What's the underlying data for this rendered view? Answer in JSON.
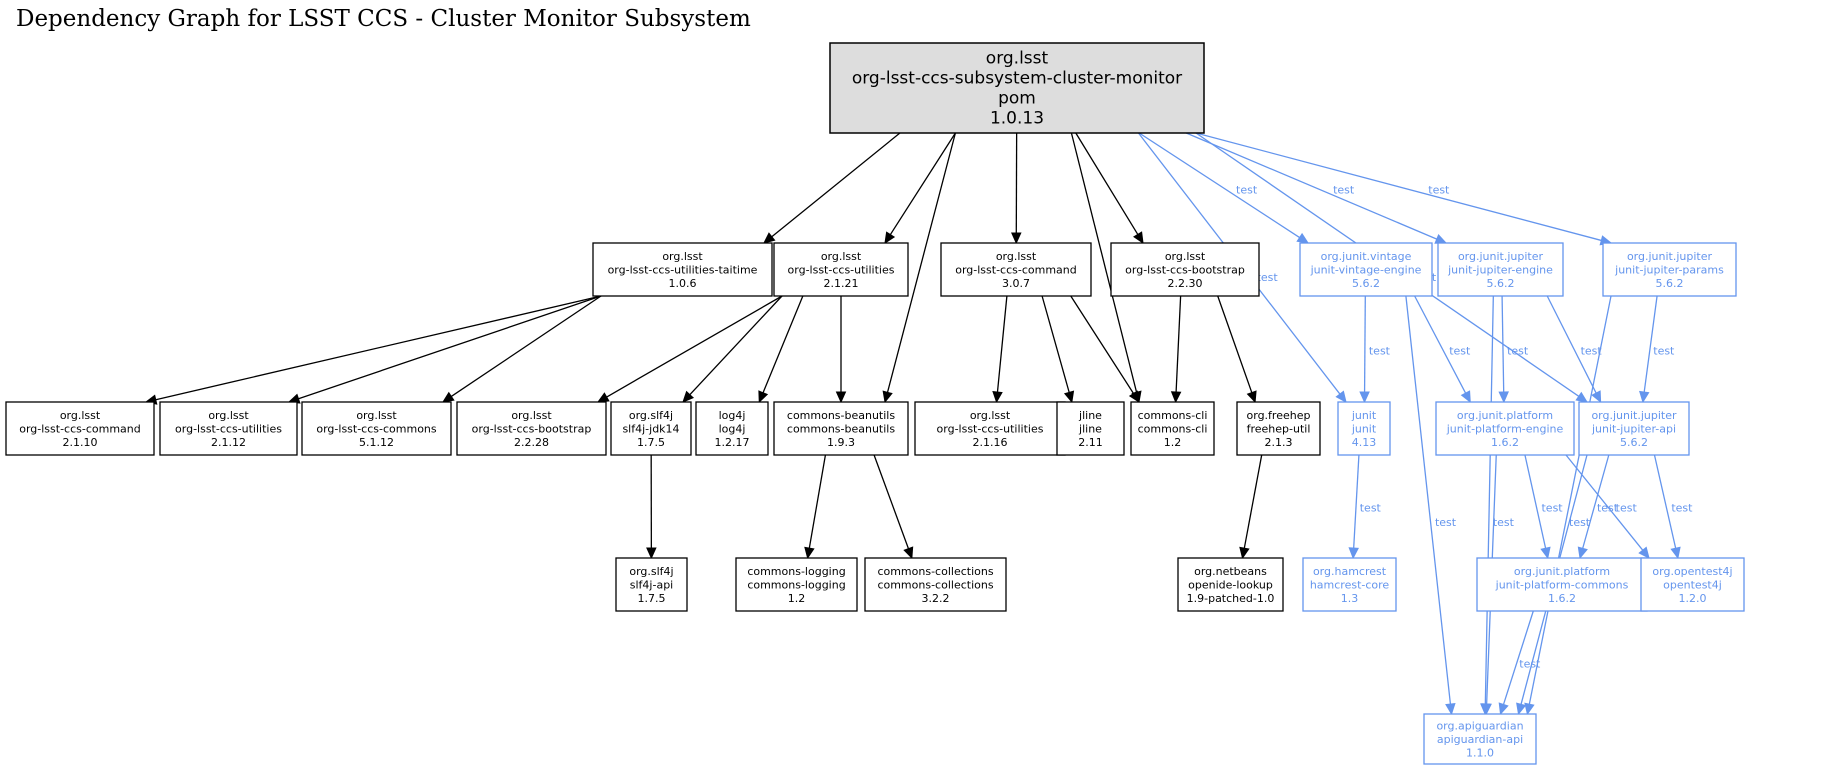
{
  "title": "Dependency Graph for LSST CCS - Cluster Monitor Subsystem",
  "nodes": [
    {
      "id": "root",
      "lines": [
        "org.lsst",
        "org-lsst-ccs-subsystem-cluster-monitor",
        "pom",
        "1.0.13"
      ],
      "kind": "root"
    },
    {
      "id": "taitime",
      "lines": [
        "org.lsst",
        "org-lsst-ccs-utilities-taitime",
        "1.0.6"
      ],
      "kind": "compile"
    },
    {
      "id": "utilities2121",
      "lines": [
        "org.lsst",
        "org-lsst-ccs-utilities",
        "2.1.21"
      ],
      "kind": "compile"
    },
    {
      "id": "command307",
      "lines": [
        "org.lsst",
        "org-lsst-ccs-command",
        "3.0.7"
      ],
      "kind": "compile"
    },
    {
      "id": "bootstrap2230",
      "lines": [
        "org.lsst",
        "org-lsst-ccs-bootstrap",
        "2.2.30"
      ],
      "kind": "compile"
    },
    {
      "id": "vintage",
      "lines": [
        "org.junit.vintage",
        "junit-vintage-engine",
        "5.6.2"
      ],
      "kind": "test"
    },
    {
      "id": "jupiterEngine",
      "lines": [
        "org.junit.jupiter",
        "junit-jupiter-engine",
        "5.6.2"
      ],
      "kind": "test"
    },
    {
      "id": "jupiterParams",
      "lines": [
        "org.junit.jupiter",
        "junit-jupiter-params",
        "5.6.2"
      ],
      "kind": "test"
    },
    {
      "id": "command2110",
      "lines": [
        "org.lsst",
        "org-lsst-ccs-command",
        "2.1.10"
      ],
      "kind": "compile"
    },
    {
      "id": "utilities2112",
      "lines": [
        "org.lsst",
        "org-lsst-ccs-utilities",
        "2.1.12"
      ],
      "kind": "compile"
    },
    {
      "id": "commons5112",
      "lines": [
        "org.lsst",
        "org-lsst-ccs-commons",
        "5.1.12"
      ],
      "kind": "compile"
    },
    {
      "id": "bootstrap2228",
      "lines": [
        "org.lsst",
        "org-lsst-ccs-bootstrap",
        "2.2.28"
      ],
      "kind": "compile"
    },
    {
      "id": "slf4jJdk14",
      "lines": [
        "org.slf4j",
        "slf4j-jdk14",
        "1.7.5"
      ],
      "kind": "compile"
    },
    {
      "id": "log4j",
      "lines": [
        "log4j",
        "log4j",
        "1.2.17"
      ],
      "kind": "compile"
    },
    {
      "id": "beanutils",
      "lines": [
        "commons-beanutils",
        "commons-beanutils",
        "1.9.3"
      ],
      "kind": "compile"
    },
    {
      "id": "utilities2116",
      "lines": [
        "org.lsst",
        "org-lsst-ccs-utilities",
        "2.1.16"
      ],
      "kind": "compile"
    },
    {
      "id": "jline",
      "lines": [
        "jline",
        "jline",
        "2.11"
      ],
      "kind": "compile"
    },
    {
      "id": "commonsCli",
      "lines": [
        "commons-cli",
        "commons-cli",
        "1.2"
      ],
      "kind": "compile"
    },
    {
      "id": "freehep",
      "lines": [
        "org.freehep",
        "freehep-util",
        "2.1.3"
      ],
      "kind": "compile"
    },
    {
      "id": "junit",
      "lines": [
        "junit",
        "junit",
        "4.13"
      ],
      "kind": "test"
    },
    {
      "id": "platformEngine",
      "lines": [
        "org.junit.platform",
        "junit-platform-engine",
        "1.6.2"
      ],
      "kind": "test"
    },
    {
      "id": "jupiterApi",
      "lines": [
        "org.junit.jupiter",
        "junit-jupiter-api",
        "5.6.2"
      ],
      "kind": "test"
    },
    {
      "id": "slf4jApi",
      "lines": [
        "org.slf4j",
        "slf4j-api",
        "1.7.5"
      ],
      "kind": "compile"
    },
    {
      "id": "logging",
      "lines": [
        "commons-logging",
        "commons-logging",
        "1.2"
      ],
      "kind": "compile"
    },
    {
      "id": "collections",
      "lines": [
        "commons-collections",
        "commons-collections",
        "3.2.2"
      ],
      "kind": "compile"
    },
    {
      "id": "openide",
      "lines": [
        "org.netbeans",
        "openide-lookup",
        "1.9-patched-1.0"
      ],
      "kind": "compile"
    },
    {
      "id": "hamcrest",
      "lines": [
        "org.hamcrest",
        "hamcrest-core",
        "1.3"
      ],
      "kind": "test"
    },
    {
      "id": "platformCommons",
      "lines": [
        "org.junit.platform",
        "junit-platform-commons",
        "1.6.2"
      ],
      "kind": "test"
    },
    {
      "id": "opentest4j",
      "lines": [
        "org.opentest4j",
        "opentest4j",
        "1.2.0"
      ],
      "kind": "test"
    },
    {
      "id": "apiguardian",
      "lines": [
        "org.apiguardian",
        "apiguardian-api",
        "1.1.0"
      ],
      "kind": "test"
    }
  ],
  "edges": [
    {
      "from": "root",
      "to": "taitime",
      "label": ""
    },
    {
      "from": "root",
      "to": "utilities2121",
      "label": ""
    },
    {
      "from": "root",
      "to": "beanutils",
      "label": ""
    },
    {
      "from": "root",
      "to": "command307",
      "label": ""
    },
    {
      "from": "root",
      "to": "commonsCli",
      "label": ""
    },
    {
      "from": "root",
      "to": "bootstrap2230",
      "label": ""
    },
    {
      "from": "root",
      "to": "junit",
      "label": "test"
    },
    {
      "from": "root",
      "to": "vintage",
      "label": "test"
    },
    {
      "from": "root",
      "to": "jupiterEngine",
      "label": "test"
    },
    {
      "from": "root",
      "to": "jupiterApi",
      "label": "test"
    },
    {
      "from": "root",
      "to": "jupiterParams",
      "label": "test"
    },
    {
      "from": "taitime",
      "to": "command2110",
      "label": ""
    },
    {
      "from": "taitime",
      "to": "utilities2112",
      "label": ""
    },
    {
      "from": "taitime",
      "to": "commons5112",
      "label": ""
    },
    {
      "from": "utilities2121",
      "to": "bootstrap2228",
      "label": ""
    },
    {
      "from": "utilities2121",
      "to": "slf4jJdk14",
      "label": ""
    },
    {
      "from": "utilities2121",
      "to": "log4j",
      "label": ""
    },
    {
      "from": "utilities2121",
      "to": "beanutils",
      "label": ""
    },
    {
      "from": "command307",
      "to": "utilities2116",
      "label": ""
    },
    {
      "from": "command307",
      "to": "jline",
      "label": ""
    },
    {
      "from": "command307",
      "to": "commonsCli",
      "label": ""
    },
    {
      "from": "bootstrap2230",
      "to": "commonsCli",
      "label": ""
    },
    {
      "from": "bootstrap2230",
      "to": "freehep",
      "label": ""
    },
    {
      "from": "slf4jJdk14",
      "to": "slf4jApi",
      "label": ""
    },
    {
      "from": "beanutils",
      "to": "logging",
      "label": ""
    },
    {
      "from": "beanutils",
      "to": "collections",
      "label": ""
    },
    {
      "from": "freehep",
      "to": "openide",
      "label": ""
    },
    {
      "from": "vintage",
      "to": "junit",
      "label": "test"
    },
    {
      "from": "vintage",
      "to": "platformEngine",
      "label": "test"
    },
    {
      "from": "vintage",
      "to": "apiguardian",
      "label": "test"
    },
    {
      "from": "jupiterEngine",
      "to": "platformEngine",
      "label": "test"
    },
    {
      "from": "jupiterEngine",
      "to": "jupiterApi",
      "label": "test"
    },
    {
      "from": "jupiterEngine",
      "to": "apiguardian",
      "label": "test"
    },
    {
      "from": "jupiterParams",
      "to": "jupiterApi",
      "label": "test"
    },
    {
      "from": "jupiterParams",
      "to": "apiguardian",
      "label": "test"
    },
    {
      "from": "junit",
      "to": "hamcrest",
      "label": "test"
    },
    {
      "from": "platformEngine",
      "to": "platformCommons",
      "label": "test"
    },
    {
      "from": "platformEngine",
      "to": "opentest4j",
      "label": "test"
    },
    {
      "from": "platformEngine",
      "to": "apiguardian",
      "label": "test"
    },
    {
      "from": "jupiterApi",
      "to": "platformCommons",
      "label": "test"
    },
    {
      "from": "jupiterApi",
      "to": "opentest4j",
      "label": "test"
    },
    {
      "from": "jupiterApi",
      "to": "apiguardian",
      "label": "test"
    },
    {
      "from": "platformCommons",
      "to": "apiguardian",
      "label": "test"
    }
  ],
  "colors": {
    "compile": "#000000",
    "test": "#6495ed",
    "root_fill": "#dddddd"
  }
}
